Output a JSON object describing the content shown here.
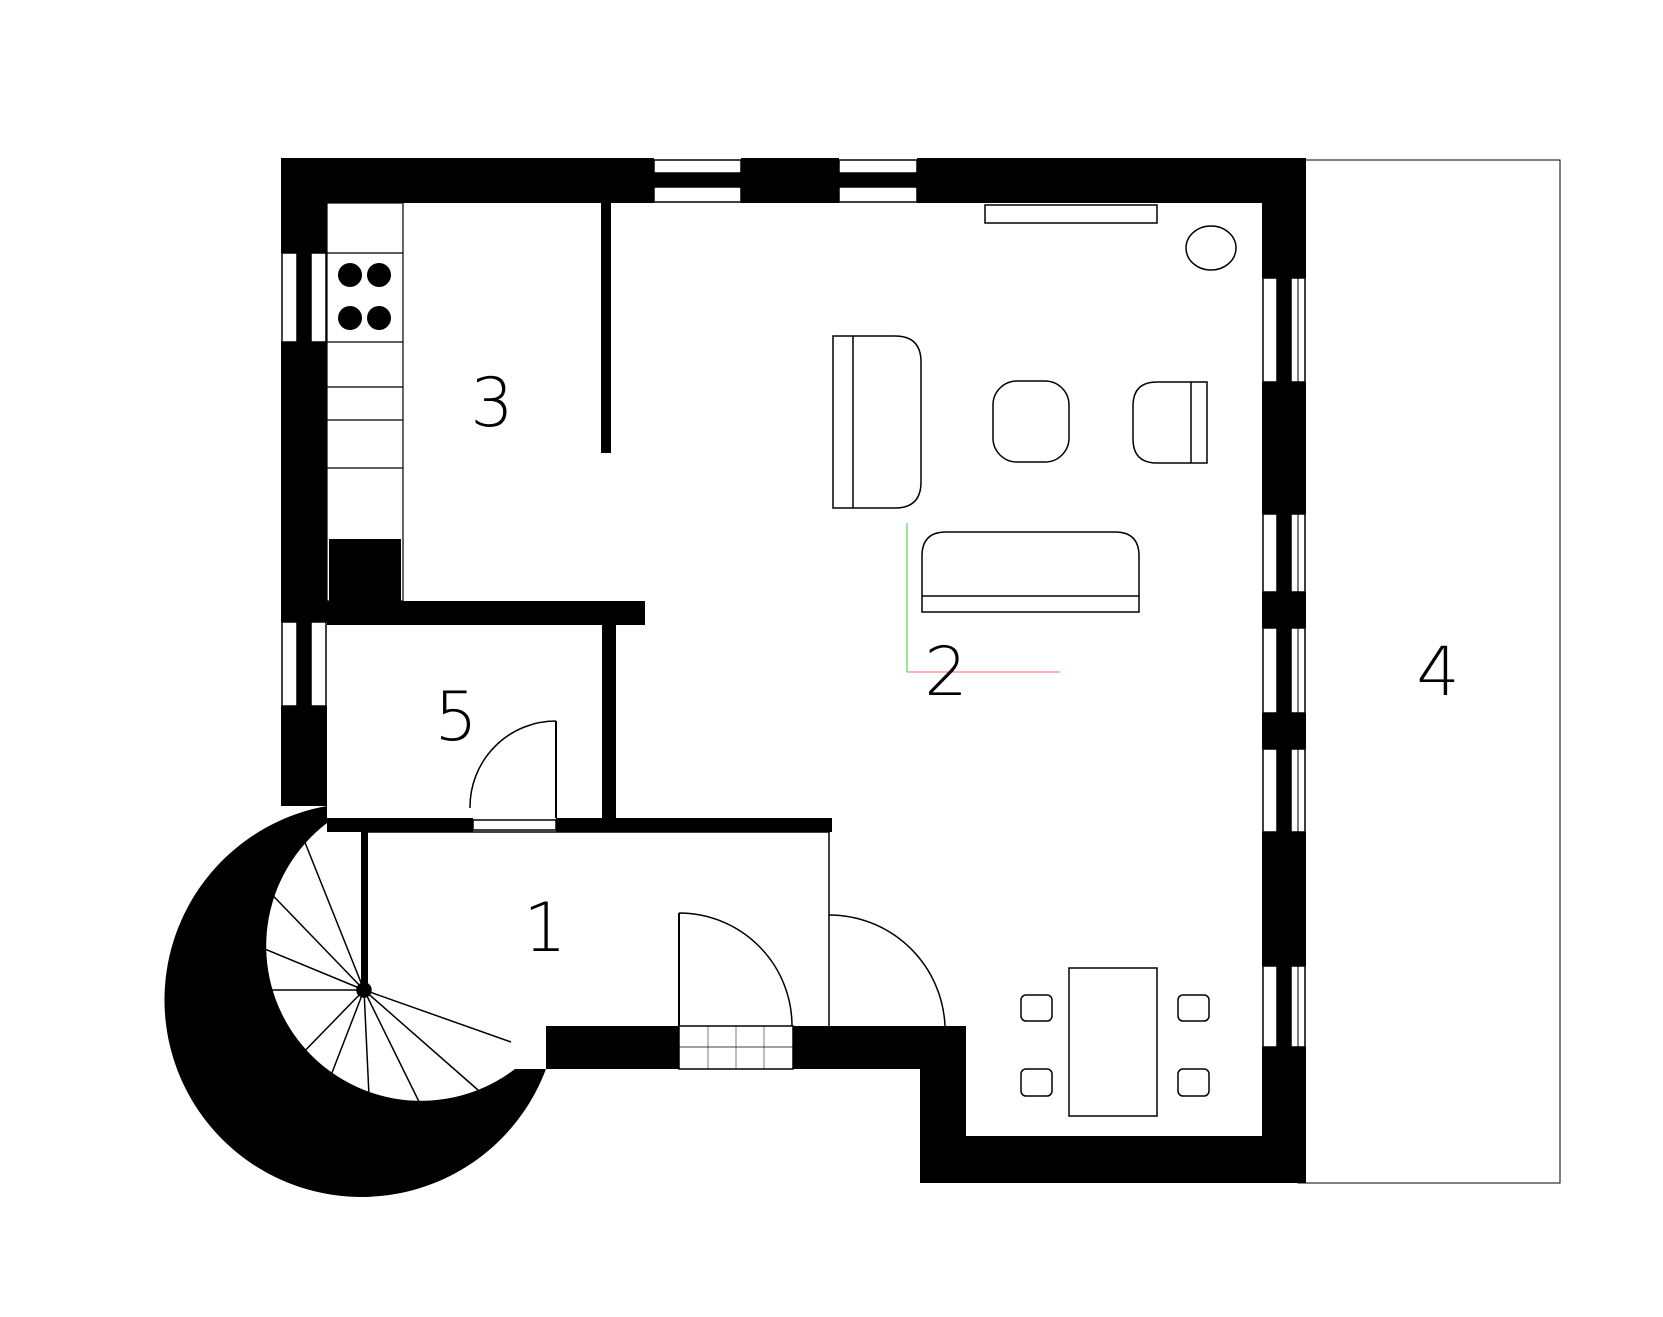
{
  "rooms": [
    {
      "id": "1",
      "label": "1"
    },
    {
      "id": "2",
      "label": "2"
    },
    {
      "id": "3",
      "label": "3"
    },
    {
      "id": "4",
      "label": "4"
    },
    {
      "id": "5",
      "label": "5"
    }
  ],
  "colors": {
    "wall": "#000000",
    "background": "#ffffff",
    "line": "#000000",
    "axis_x": "#ff6666",
    "axis_y": "#33cc33"
  }
}
